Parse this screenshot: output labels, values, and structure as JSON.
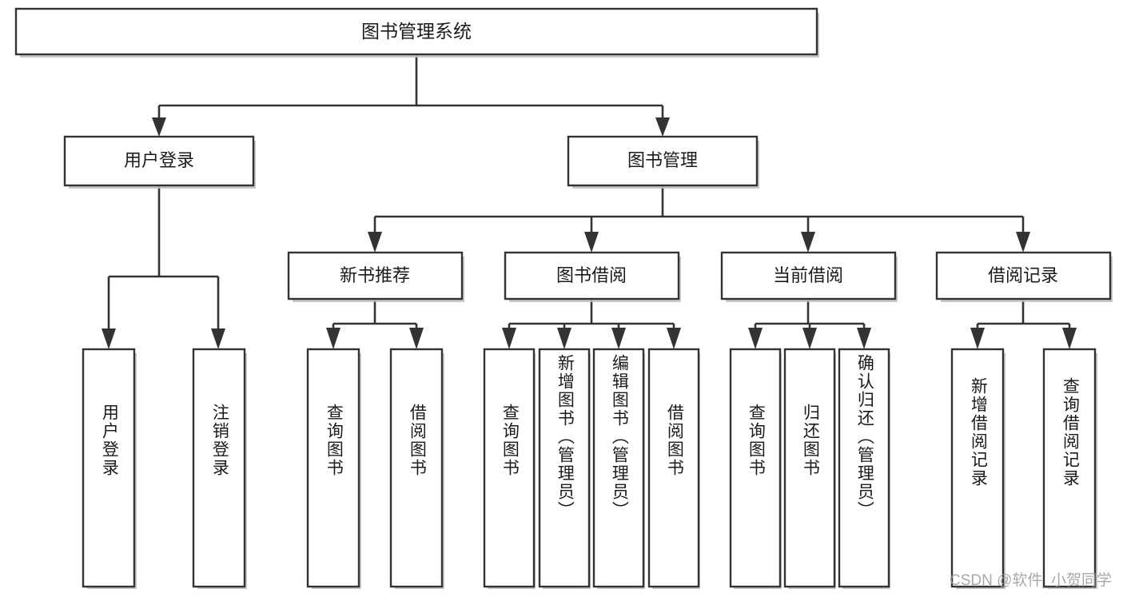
{
  "diagram": {
    "type": "tree-hierarchy-chart",
    "title": "图书管理系统",
    "root": {
      "id": "root",
      "label": "图书管理系统",
      "level": 1
    },
    "level2": [
      {
        "id": "user-login",
        "label": "用户登录"
      },
      {
        "id": "book-management",
        "label": "图书管理"
      }
    ],
    "level3": [
      {
        "id": "new-book-recommend",
        "label": "新书推荐",
        "parent": "book-management"
      },
      {
        "id": "book-borrow",
        "label": "图书借阅",
        "parent": "book-management"
      },
      {
        "id": "current-borrow",
        "label": "当前借阅",
        "parent": "book-management"
      },
      {
        "id": "borrow-record",
        "label": "借阅记录",
        "parent": "book-management"
      }
    ],
    "leaves": {
      "user-login": [
        {
          "id": "leaf-user-login",
          "label": "用户登录"
        },
        {
          "id": "leaf-user-logout",
          "label": "注销登录"
        }
      ],
      "new-book-recommend": [
        {
          "id": "leaf-query-book-1",
          "label": "查询图书"
        },
        {
          "id": "leaf-borrow-book-1",
          "label": "借阅图书"
        }
      ],
      "book-borrow": [
        {
          "id": "leaf-query-book-2",
          "label": "查询图书"
        },
        {
          "id": "leaf-add-book",
          "label": "新增图书（管理员）"
        },
        {
          "id": "leaf-edit-book",
          "label": "编辑图书（管理员）"
        },
        {
          "id": "leaf-borrow-book-2",
          "label": "借阅图书"
        }
      ],
      "current-borrow": [
        {
          "id": "leaf-query-book-3",
          "label": "查询图书"
        },
        {
          "id": "leaf-return-book",
          "label": "归还图书"
        },
        {
          "id": "leaf-confirm-return",
          "label": "确认归还（管理员）"
        }
      ],
      "borrow-record": [
        {
          "id": "leaf-add-record",
          "label": "新增借阅记录"
        },
        {
          "id": "leaf-query-record",
          "label": "查询借阅记录"
        }
      ]
    }
  },
  "watermark": {
    "text": "CSDN @软件_小贺同学"
  },
  "colors": {
    "box_stroke": "#333333",
    "box_fill": "#ffffff",
    "connector": "#333333",
    "text": "#1b1b1b",
    "watermark": "#9a9a9a",
    "background": "#ffffff"
  }
}
